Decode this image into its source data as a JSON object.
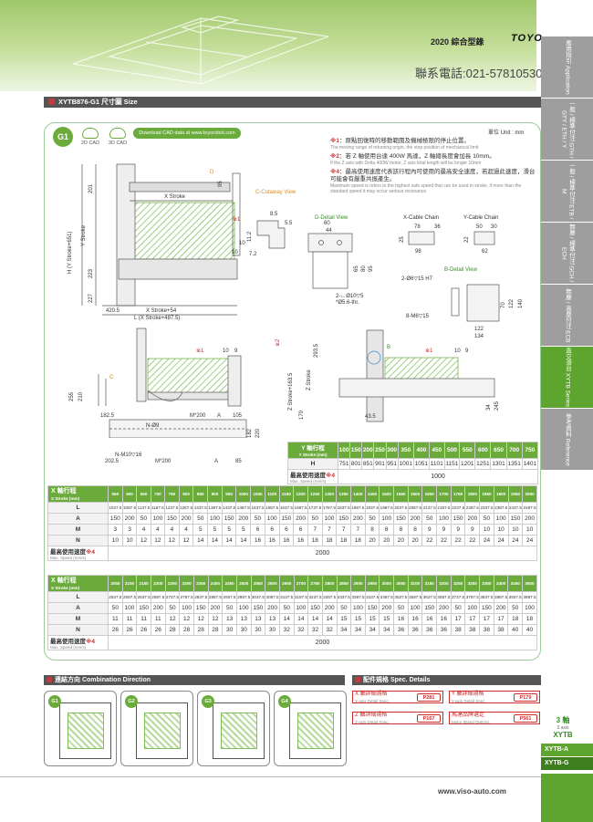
{
  "header": {
    "year_title": "2020 綜合型錄",
    "logo": "TOYO",
    "phone": "聯系電話:021-57810530"
  },
  "side_tabs": [
    {
      "label": "應用指引 Application",
      "active": false
    },
    {
      "label": "一般 / 標準付注 GTH / GTY / ETH / Y",
      "active": false
    },
    {
      "label": "一般 / 標準付注 ETB / M",
      "active": false
    },
    {
      "label": "無塵 / 標準付注 GCH / ECH",
      "active": false
    },
    {
      "label": "無塵 / 高塵付注 ECB",
      "active": false
    },
    {
      "label": "直交滑台 XYTB Series",
      "active": true
    },
    {
      "label": "參考資料 Reference",
      "active": false
    }
  ],
  "section": {
    "title": "XYTB876-G1 尺寸圖 Size"
  },
  "toolbar": {
    "g1_badge": "G1",
    "cad2d": "2D CAD",
    "cad3d": "3D CAD",
    "download": "Download CAD data at www.toyorobot.com"
  },
  "unit_label": "單位 Unit : mm",
  "notes": [
    {
      "mark": "※1",
      "text": "原點回復時的移動範圍及機械極限的停止位置。",
      "sub": "The moving range of returning origin, the stop position of mechanical limit"
    },
    {
      "mark": "※2",
      "text": "若 Z 軸使用台達 400W 馬達，Z 軸總長度會加長 10mm。",
      "sub": "If the Z axis with Delta 400W motor, Z axis total length will be longer 10mm"
    },
    {
      "mark": "※4",
      "text": "最高使用速度代表該行程內可使用的最高安全速度，若超過此速度，滑台可能會有嚴重共振產生。",
      "sub": "Maximum speed is refers to the highest safe speed that can be used in stroke, if more than the standard speed it may occur serious resonance."
    }
  ],
  "drawing": {
    "labels": {
      "x_stroke": "X Stroke",
      "y_stroke": "Y Stroke",
      "z_stroke": "Z Stroke",
      "h_formula": "H (Y Stroke+651)",
      "l_formula": "L (X Stroke+487.5)",
      "x_stroke_54": "X Stroke+54",
      "z_stroke_163": "Z Stroke+163.5",
      "c_cutaway": "C-Cutaway View",
      "d_detail": "D-Detail View",
      "b_detail": "B-Detail View",
      "x_chain": "X-Cable Chain",
      "y_chain": "Y-Cable Chain",
      "m1": "※1",
      "m2": "※2",
      "c": "C",
      "d": "D",
      "b": "B",
      "n_phi9": "N-Ø9",
      "n_m10": "N-M10▽16",
      "m200": "M*200",
      "a": "A",
      "hole_2phi6": "2-Ø6▽15 H7",
      "hole_8m6": "8-M6▽15",
      "hole_2l": "2-∟Ø10▽5",
      "hole_phi56": "*Ø5.6-thr."
    },
    "dims": {
      "d201": "201",
      "d223": "223",
      "d227": "227",
      "d95": "95",
      "d8_5": "8.5",
      "d5_5": "5.5",
      "d11_2": "11.2",
      "d7_2": "7.2",
      "d10": "10",
      "d10b": "10",
      "d420_5": "420.5",
      "d60": "60",
      "d44": "44",
      "d65": "65",
      "d80": "80",
      "d95b": "95",
      "d78": "78",
      "d36": "36",
      "d25": "25",
      "d98": "98",
      "d50": "50",
      "d30": "30",
      "d22": "22",
      "d62": "62",
      "d70": "70",
      "d122": "122",
      "d140": "140",
      "d122b": "122",
      "d134": "134",
      "d255": "255",
      "d210": "210",
      "d182_5": "182.5",
      "d105": "105",
      "d182": "182",
      "d220": "220",
      "d202_5": "202.5",
      "d85": "85",
      "d293_5": "293.5",
      "d170": "170",
      "d43_5": "43.5",
      "d34": "34",
      "d245": "245",
      "d1": "1",
      "d10c": "10",
      "d9": "9",
      "d10d": "10",
      "d9b": "9"
    }
  },
  "y_table": {
    "head": "Y 軸行程",
    "sub": "Y Stroke (mm)",
    "strokes": [
      "100",
      "150",
      "200",
      "250",
      "300",
      "350",
      "400",
      "450",
      "500",
      "550",
      "600",
      "650",
      "700",
      "750"
    ],
    "h_label": "H",
    "h_values": [
      "751",
      "801",
      "851",
      "901",
      "951",
      "1001",
      "1051",
      "1101",
      "1151",
      "1201",
      "1251",
      "1301",
      "1351",
      "1401"
    ],
    "speed_label": "最高使用速度",
    "speed_mark": "※4",
    "speed_sub": "Max. Speed (mm/s)",
    "speed_value": "1000"
  },
  "x_table1": {
    "head": "X 軸行程",
    "sub": "X Stroke (mm)",
    "strokes": [
      "550",
      "600",
      "650",
      "700",
      "750",
      "800",
      "850",
      "900",
      "950",
      "1000",
      "1050",
      "1100",
      "1150",
      "1200",
      "1250",
      "1300",
      "1350",
      "1400",
      "1450",
      "1500",
      "1550",
      "1600",
      "1650",
      "1700",
      "1750",
      "1800",
      "1850",
      "1900",
      "1950",
      "2000"
    ],
    "rows": [
      {
        "label": "L",
        "values": [
          "1037.5",
          "1087.5",
          "1137.5",
          "1187.5",
          "1237.5",
          "1287.5",
          "1337.5",
          "1387.5",
          "1437.5",
          "1487.5",
          "1537.5",
          "1587.5",
          "1637.5",
          "1687.5",
          "1737.5",
          "1787.5",
          "1837.5",
          "1887.5",
          "1937.5",
          "1987.5",
          "2037.5",
          "2087.5",
          "2137.5",
          "2187.5",
          "2237.5",
          "2287.5",
          "2337.5",
          "2387.5",
          "2437.5",
          "2487.5"
        ]
      },
      {
        "label": "A",
        "values": [
          "150",
          "200",
          "50",
          "100",
          "150",
          "200",
          "50",
          "100",
          "150",
          "200",
          "50",
          "100",
          "150",
          "200",
          "50",
          "100",
          "150",
          "200",
          "50",
          "100",
          "150",
          "200",
          "50",
          "100",
          "150",
          "200",
          "50",
          "100",
          "150",
          "200"
        ]
      },
      {
        "label": "M",
        "values": [
          "3",
          "3",
          "4",
          "4",
          "4",
          "4",
          "5",
          "5",
          "5",
          "5",
          "6",
          "6",
          "6",
          "6",
          "7",
          "7",
          "7",
          "7",
          "8",
          "8",
          "8",
          "8",
          "9",
          "9",
          "9",
          "9",
          "10",
          "10",
          "10",
          "10"
        ]
      },
      {
        "label": "N",
        "values": [
          "10",
          "10",
          "12",
          "12",
          "12",
          "12",
          "14",
          "14",
          "14",
          "14",
          "16",
          "16",
          "16",
          "16",
          "18",
          "18",
          "18",
          "18",
          "20",
          "20",
          "20",
          "20",
          "22",
          "22",
          "22",
          "22",
          "24",
          "24",
          "24",
          "24"
        ]
      }
    ],
    "speed_label": "最高使用速度",
    "speed_mark": "※4",
    "speed_sub": "Max. Speed (mm/s)",
    "speed_value": "2000"
  },
  "x_table2": {
    "head": "X 軸行程",
    "sub": "X Stroke (mm)",
    "strokes": [
      "2050",
      "2100",
      "2150",
      "2200",
      "2250",
      "2300",
      "2350",
      "2400",
      "2450",
      "2500",
      "2550",
      "2600",
      "2650",
      "2700",
      "2750",
      "2800",
      "2850",
      "2900",
      "2950",
      "3000",
      "3050",
      "3100",
      "3150",
      "3200",
      "3250",
      "3300",
      "3350",
      "3400",
      "3450",
      "3500"
    ],
    "rows": [
      {
        "label": "L",
        "values": [
          "2537.5",
          "2587.5",
          "2637.5",
          "2687.5",
          "2737.5",
          "2787.5",
          "2837.5",
          "2887.5",
          "2937.5",
          "2987.5",
          "3037.5",
          "3087.5",
          "3137.5",
          "3187.5",
          "3237.5",
          "3287.5",
          "3337.5",
          "3387.5",
          "3437.5",
          "3487.5",
          "3537.5",
          "3587.5",
          "3637.5",
          "3687.5",
          "3737.5",
          "3787.5",
          "3837.5",
          "3887.5",
          "3937.5",
          "3987.5"
        ]
      },
      {
        "label": "A",
        "values": [
          "50",
          "100",
          "150",
          "200",
          "50",
          "100",
          "150",
          "200",
          "50",
          "100",
          "150",
          "200",
          "50",
          "100",
          "150",
          "200",
          "50",
          "100",
          "150",
          "200",
          "50",
          "100",
          "150",
          "200",
          "50",
          "100",
          "150",
          "200",
          "50",
          "100"
        ]
      },
      {
        "label": "M",
        "values": [
          "11",
          "11",
          "11",
          "11",
          "12",
          "12",
          "12",
          "12",
          "13",
          "13",
          "13",
          "13",
          "14",
          "14",
          "14",
          "14",
          "15",
          "15",
          "15",
          "15",
          "16",
          "16",
          "16",
          "16",
          "17",
          "17",
          "17",
          "17",
          "18",
          "18"
        ]
      },
      {
        "label": "N",
        "values": [
          "26",
          "26",
          "26",
          "26",
          "28",
          "28",
          "28",
          "28",
          "30",
          "30",
          "30",
          "30",
          "32",
          "32",
          "32",
          "32",
          "34",
          "34",
          "34",
          "34",
          "36",
          "36",
          "36",
          "36",
          "38",
          "38",
          "38",
          "38",
          "40",
          "40"
        ]
      }
    ],
    "speed_label": "最高使用速度",
    "speed_mark": "※4",
    "speed_sub": "Max. Speed (mm/s)",
    "speed_value": "2000"
  },
  "combination": {
    "title": "連結方向 Combination Direction",
    "items": [
      "G1",
      "G2",
      "G3",
      "G4"
    ]
  },
  "specs": {
    "title": "配件規格 Spec. Details",
    "items": [
      {
        "name": "X 軸詳細規格",
        "sub": "X-axis Detail Spec.",
        "page": "P281"
      },
      {
        "name": "Y 軸詳細規格",
        "sub": "Y-axis Detail Spec.",
        "page": "P179"
      },
      {
        "name": "Z 軸詳細規格",
        "sub": "Z-axis Detail Spec.",
        "page": "P167"
      },
      {
        "name": "馬達品牌選定",
        "sub": "Motor Brand Options",
        "page": "P561"
      }
    ]
  },
  "axis_badge": {
    "a": "3 軸",
    "b": "3 axis",
    "c": "XYTB"
  },
  "sub_tabs": [
    "XYTB-A",
    "XYTB-G"
  ],
  "footer": {
    "url": "www.viso-auto.com"
  }
}
